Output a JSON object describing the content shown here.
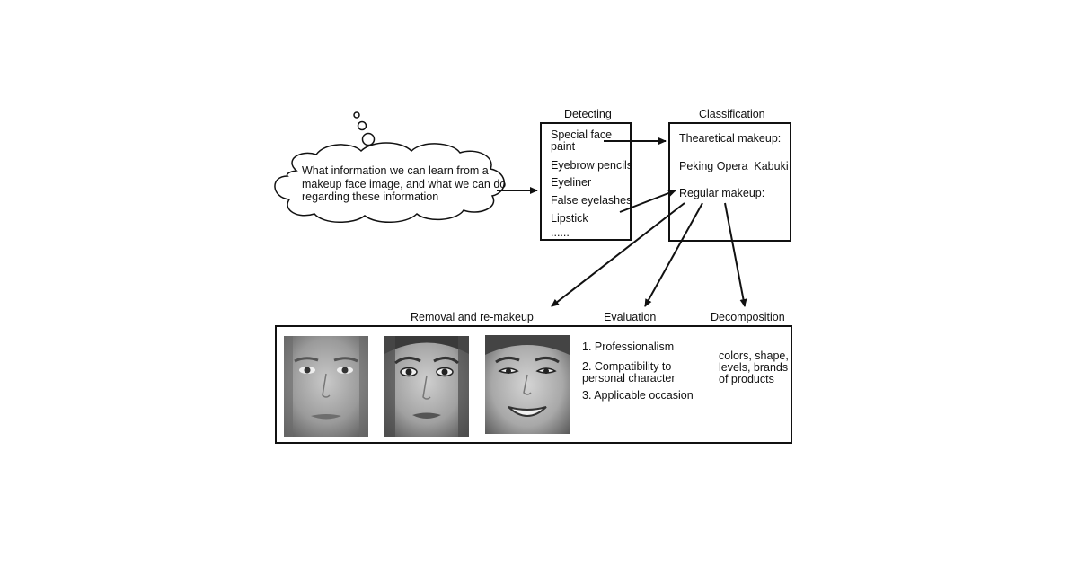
{
  "thought": {
    "line1": "What information we can learn from a",
    "line2": "makeup face image, and what we can do",
    "line3": "regarding these information"
  },
  "detecting": {
    "title": "Detecting",
    "items": [
      "Special face",
      "paint",
      "Eyebrow pencils",
      "Eyeliner",
      "False eyelashes",
      "Lipstick",
      "......"
    ]
  },
  "classification": {
    "title": "Classification",
    "theatrical": "Thearetical makeup:",
    "examples": "Peking Opera  Kabuki",
    "regular": "Regular makeup:"
  },
  "outcomes": {
    "removal_title": "Removal and re-makeup",
    "evaluation_title": "Evaluation",
    "decomposition_title": "Decomposition"
  },
  "evaluation": {
    "item1": "1. Professionalism",
    "item2a": "2. Compatibility to",
    "item2b": "personal character",
    "item3": "3. Applicable occasion"
  },
  "decomposition": {
    "line1": "colors, shape,",
    "line2": "levels, brands",
    "line3": "of products"
  },
  "faces": [
    "no-makeup-face-image",
    "regular-makeup-face-image",
    "full-makeup-smiling-face-image"
  ]
}
